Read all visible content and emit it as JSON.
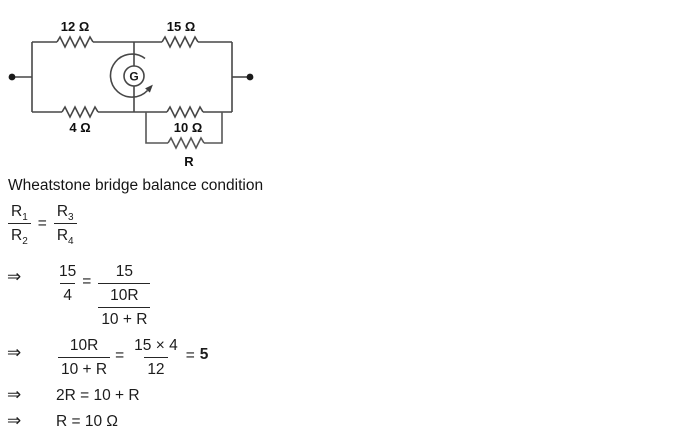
{
  "circuit": {
    "labels": {
      "r_top_left": "12 Ω",
      "r_top_right": "15 Ω",
      "r_bottom_left": "4 Ω",
      "r_bottom_right": "10 Ω",
      "r_parallel": "R",
      "galvanometer": "G"
    }
  },
  "solution": {
    "title": "Wheatstone bridge balance condition",
    "implies": "⇒",
    "line1": {
      "num1": "R",
      "num1_sub": "1",
      "den1": "R",
      "den1_sub": "2",
      "equals": "=",
      "num2": "R",
      "num2_sub": "3",
      "den2": "R",
      "den2_sub": "4"
    },
    "line2": {
      "frac1_num": "15",
      "frac1_den": "4",
      "equals": "=",
      "frac2_num": "15",
      "frac2_den_num": "10R",
      "frac2_den_den": "10 + R"
    },
    "line3": {
      "frac1_num": "10R",
      "frac1_den": "10 + R",
      "equals1": "=",
      "frac2_num": "15 × 4",
      "frac2_den": "12",
      "equals2": "=",
      "result": "5"
    },
    "line4": "2R = 10 + R",
    "line5": "R = 10 Ω"
  }
}
